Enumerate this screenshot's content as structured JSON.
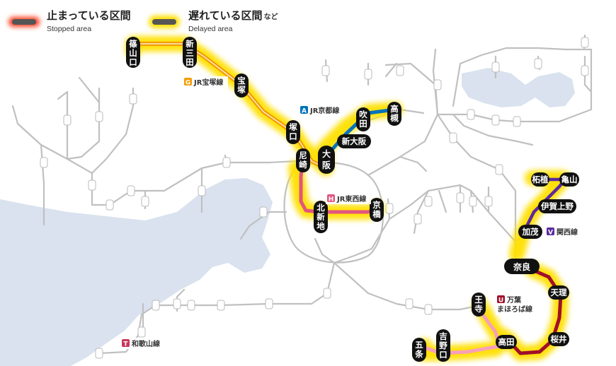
{
  "legend": {
    "stopped_title": "止まっている区間",
    "stopped_sub": "Stopped area",
    "delayed_title": "遅れている区間",
    "delayed_note": "など",
    "delayed_sub": "Delayed area"
  },
  "colors": {
    "sea": "#d9e2ee",
    "gray_line": "#c0c0c0",
    "delay_glow": "#ffe000",
    "stop_glow": "#ff3b1f",
    "takarazuka": "#f39c00",
    "kyoto": "#0072bc",
    "tozai": "#e4547f",
    "kansai": "#5b2a9c",
    "manyo": "#a0102a",
    "manyo_light": "#f7a0b8"
  },
  "lines": [
    {
      "badge": "G",
      "name": "JR宝塚線",
      "badge_color": "#f39c00"
    },
    {
      "badge": "A",
      "name": "JR京都線",
      "badge_color": "#0072bc"
    },
    {
      "badge": "H",
      "name": "JR東西線",
      "badge_color": "#e4547f"
    },
    {
      "badge": "V",
      "name": "関西線",
      "badge_color": "#5b2a9c"
    },
    {
      "badge": "U",
      "name": "万葉まほろば線",
      "badge_color": "#a0102a",
      "name_line1": "万葉",
      "name_line2": "まほろば線"
    },
    {
      "badge": "T",
      "name": "和歌山線",
      "badge_color": "#c8365a"
    }
  ],
  "stations": {
    "sasayamaguchi": "篠山口",
    "shinsanda": "新三田",
    "takarazuka": "宝塚",
    "tsukaguchi": "塚口",
    "amagasaki": "尼崎",
    "osaka": "大阪",
    "shinosaka": "新大阪",
    "suita": "吹田",
    "takatsuki": "高槻",
    "kitashinchi": "北新地",
    "kyobashi": "京橋",
    "tsuge": "柘植",
    "kameyama": "亀山",
    "igaueno": "伊賀上野",
    "kamo": "加茂",
    "nara": "奈良",
    "tenri": "天理",
    "sakurai": "桜井",
    "takada": "高田",
    "oji": "王寺",
    "yoshinoguchi": "吉野口",
    "gojo": "五条"
  }
}
